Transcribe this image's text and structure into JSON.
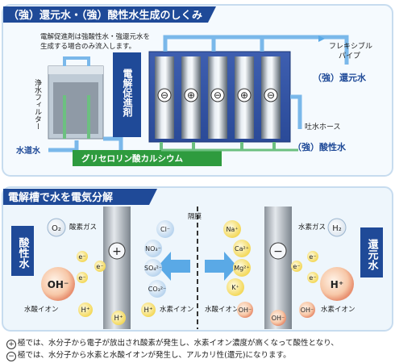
{
  "top": {
    "title": "（強）還元水・（強）酸性水生成のしくみ",
    "note_line1": "電解促進剤は強酸性水・強還元水を",
    "note_line2": "生成する場合のみ流入します。",
    "filter_label": "浄水フィルター",
    "tap_water": "水道水",
    "promoter_label": "電解促進剤",
    "glycerol_label": "グリセロリン酸カルシウム",
    "flex_pipe_line1": "フレキシブル",
    "flex_pipe_line2": "パイプ",
    "reduced_water": "（強）還元水",
    "outlet_hose": "吐水ホース",
    "acid_water": "（強）酸性水",
    "electrode_signs": [
      "⊖",
      "⊕",
      "⊖",
      "⊕",
      "⊖"
    ]
  },
  "bottom": {
    "title": "電解槽で水を電気分解",
    "acid_side_label": "酸性水",
    "alk_side_label": "還元水",
    "membrane": "隔膜",
    "o2": "O₂",
    "oxygen_gas": "酸素ガス",
    "h2": "H₂",
    "hydrogen_gas": "水素ガス",
    "oh_big": "OH⁻",
    "h_big": "H⁺",
    "electron": "e⁻",
    "anode_sign": "⊕",
    "cathode_sign": "⊖",
    "anions": [
      "Cl⁻",
      "NO₃⁻",
      "SO₄²⁻",
      "CO₃²⁻"
    ],
    "cations": [
      "Na⁺",
      "Ca²⁺",
      "Mg²⁺",
      "K⁺"
    ],
    "hydroxide_ion": "水酸イオン",
    "hydrogen_ion": "水素イオン",
    "h_plus": "H⁺",
    "oh_minus": "OH⁻"
  },
  "footnotes": {
    "line1": "極では、水分子から電子が放出され酸素が発生し、水素イオン濃度が高くなって酸性となり、",
    "line2": "極では、水分子から水素と水酸イオンが発生し、アルカリ性(還元)になります。",
    "sym1": "+",
    "sym2": "−"
  },
  "colors": {
    "navy": "#1f4a98",
    "blue_arrow": "#5aa9e6",
    "green": "#2e9b3e",
    "panel": "#eef6fc"
  }
}
